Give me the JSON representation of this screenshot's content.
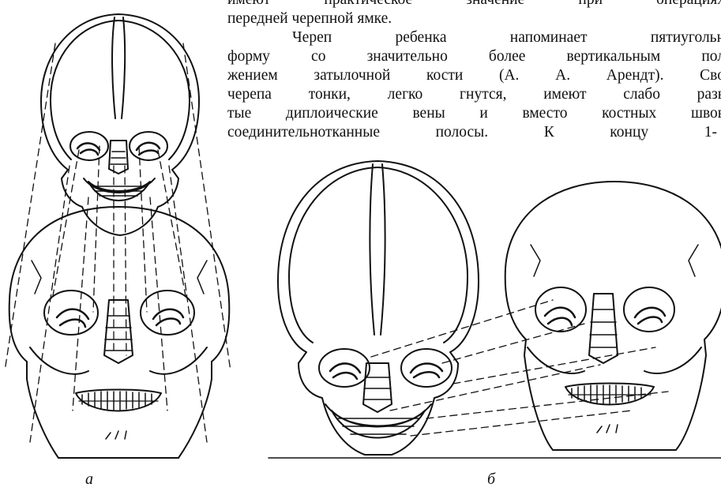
{
  "text": {
    "lines": [
      "имеют практическое значение при операциях",
      "передней черепной ямке.",
      "Череп ребенка напоминает пятиугольн",
      "форму со значительно более вертикальным пол",
      "жением затылочной кости (А. А. Арендт). Сво",
      "черепа тонки, легко гнутся, имеют слабо разв",
      "тые диплоические вены и вместо костных швов",
      "соединительнотканные полосы. К концу 1-"
    ]
  },
  "figures": {
    "caption_a": "а",
    "caption_b": "б"
  }
}
